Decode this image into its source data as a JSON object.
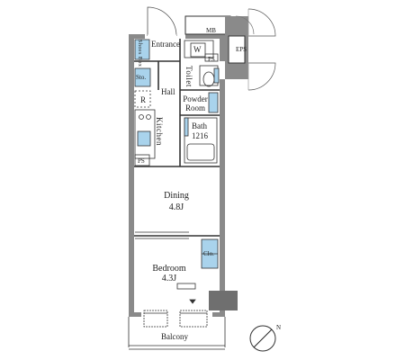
{
  "rooms": {
    "entrance": "Entrance",
    "hall": "Hall",
    "toilet": "Toilet",
    "powder_room_line1": "Powder",
    "powder_room_line2": "Room",
    "bath": "Bath",
    "bath_size": "1216",
    "kitchen": "Kitchen",
    "dining": "Dining",
    "dining_size": "4.8J",
    "bedroom": "Bedroom",
    "bedroom_size": "4.3J",
    "balcony": "Balcony"
  },
  "fixtures": {
    "shoes_box": "Shoes Box",
    "washer": "W",
    "storage": "Sto.",
    "refrigerator": "R",
    "closet": "Clo.",
    "pipe_space_1": "PS",
    "pipe_space_2": "PS",
    "meter_box": "MB",
    "eps": "EPS"
  },
  "compass": {
    "north_label": "N",
    "north_icon": "north-arrow-icon"
  },
  "colors": {
    "wall": "#8a8a8a",
    "line": "#333333",
    "fixture_blue": "#a9d3ec",
    "background": "#ffffff"
  }
}
